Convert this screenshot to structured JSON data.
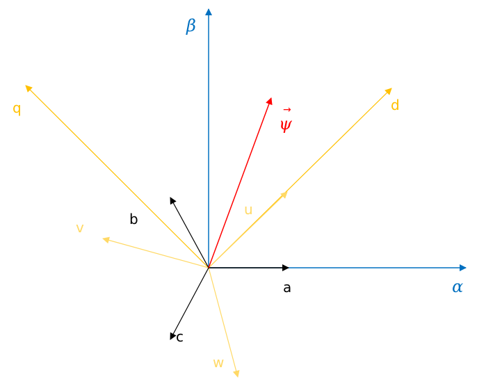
{
  "colors": {
    "stationary": "#0070C0",
    "rotating": "#FFC000",
    "phase": "#FFD966",
    "abc": "#000000",
    "flux": "#FF0000"
  },
  "labels": {
    "alpha": "α",
    "beta": "β",
    "d": "d",
    "q": "q",
    "u": "u",
    "v": "v",
    "w": "w",
    "a": "a",
    "b": "b",
    "c": "c",
    "psi": "ψ",
    "psi_arrow": "→"
  }
}
